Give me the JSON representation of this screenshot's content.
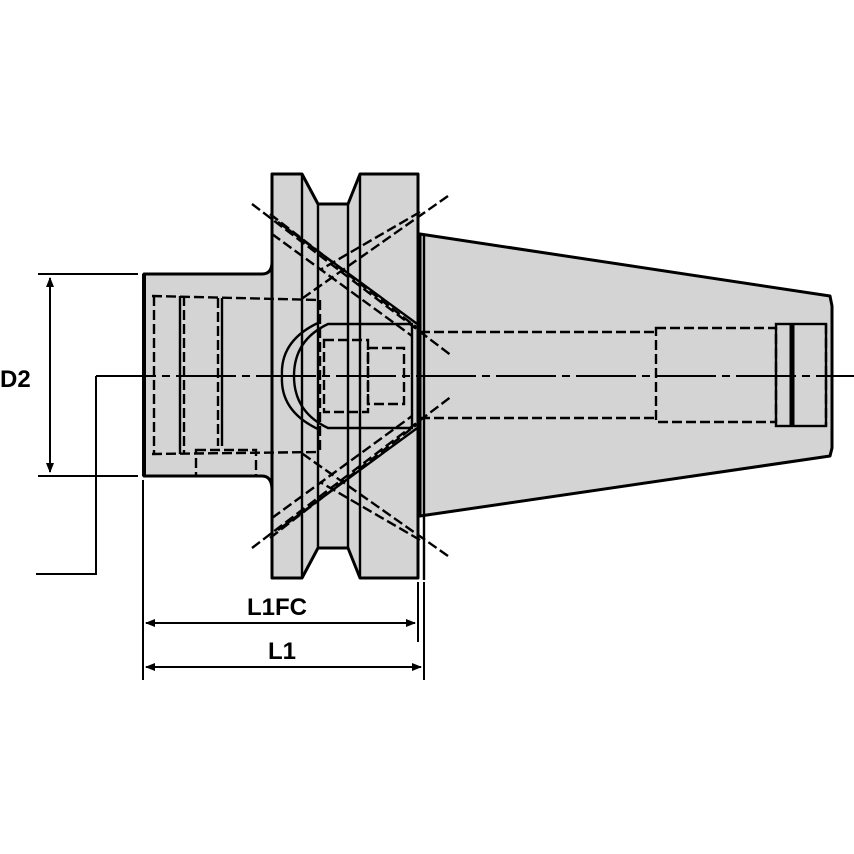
{
  "drawing": {
    "subject": "toolholder side view",
    "fill_color": "#d4d4d4",
    "line_color": "#000000"
  },
  "dimensions": {
    "d2": "D2",
    "l1fc": "L1FC",
    "l1": "L1"
  }
}
